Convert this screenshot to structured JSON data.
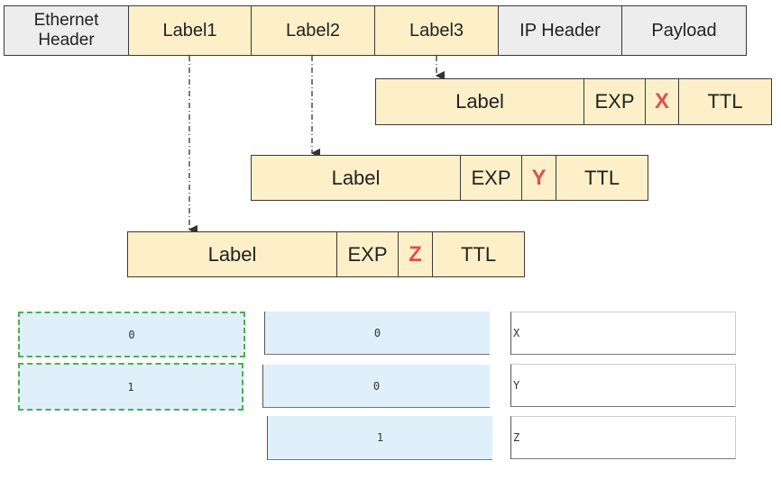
{
  "packet_header": {
    "ethernet": "Ethernet\nHeader",
    "label1": "Label1",
    "label2": "Label2",
    "label3": "Label3",
    "ip": "IP Header",
    "payload": "Payload"
  },
  "label_entries": [
    {
      "label": "Label",
      "exp": "EXP",
      "bit": "X",
      "ttl": "TTL"
    },
    {
      "label": "Label",
      "exp": "EXP",
      "bit": "Y",
      "ttl": "TTL"
    },
    {
      "label": "Label",
      "exp": "EXP",
      "bit": "Z",
      "ttl": "TTL"
    }
  ],
  "answer_grid": {
    "col1": [
      "0",
      "1"
    ],
    "col2": [
      "0",
      "0",
      "1"
    ],
    "col3": [
      "X",
      "Y",
      "Z"
    ]
  },
  "colors": {
    "header_gray": "#ededed",
    "label_yellow": "#fdf0c8",
    "bit_red": "#d9534f",
    "grid_blue": "#dff0fb",
    "selection_green": "#4caf50"
  }
}
